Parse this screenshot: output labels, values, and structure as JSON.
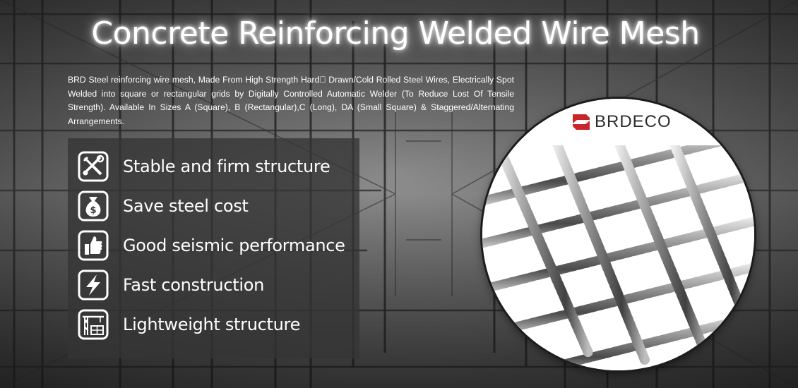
{
  "banner": {
    "title": "Concrete Reinforcing Welded Wire Mesh",
    "description": "BRD Steel reinforcing wire mesh, Made From High Strength Hard\u0000 Drawn/Cold Rolled Steel Wires, Electrically Spot Welded into square or rectangular grids by Digitally Controlled Automatic Welder (To Reduce Lost Of Tensile Strength). Available In Sizes A (Square), B (Rectangular),C (Long), DA (Small Square) & Staggered/Alternating Arrangements."
  },
  "features": [
    {
      "label": "Stable and firm structure",
      "icon": "tools-icon"
    },
    {
      "label": "Save steel cost",
      "icon": "money-bag-icon"
    },
    {
      "label": "Good seismic performance",
      "icon": "thumbs-up-icon"
    },
    {
      "label": "Fast construction",
      "icon": "lightning-icon"
    },
    {
      "label": "Lightweight structure",
      "icon": "crane-icon"
    }
  ],
  "brand": {
    "name": "BRDECO",
    "color": "#c8262b"
  }
}
